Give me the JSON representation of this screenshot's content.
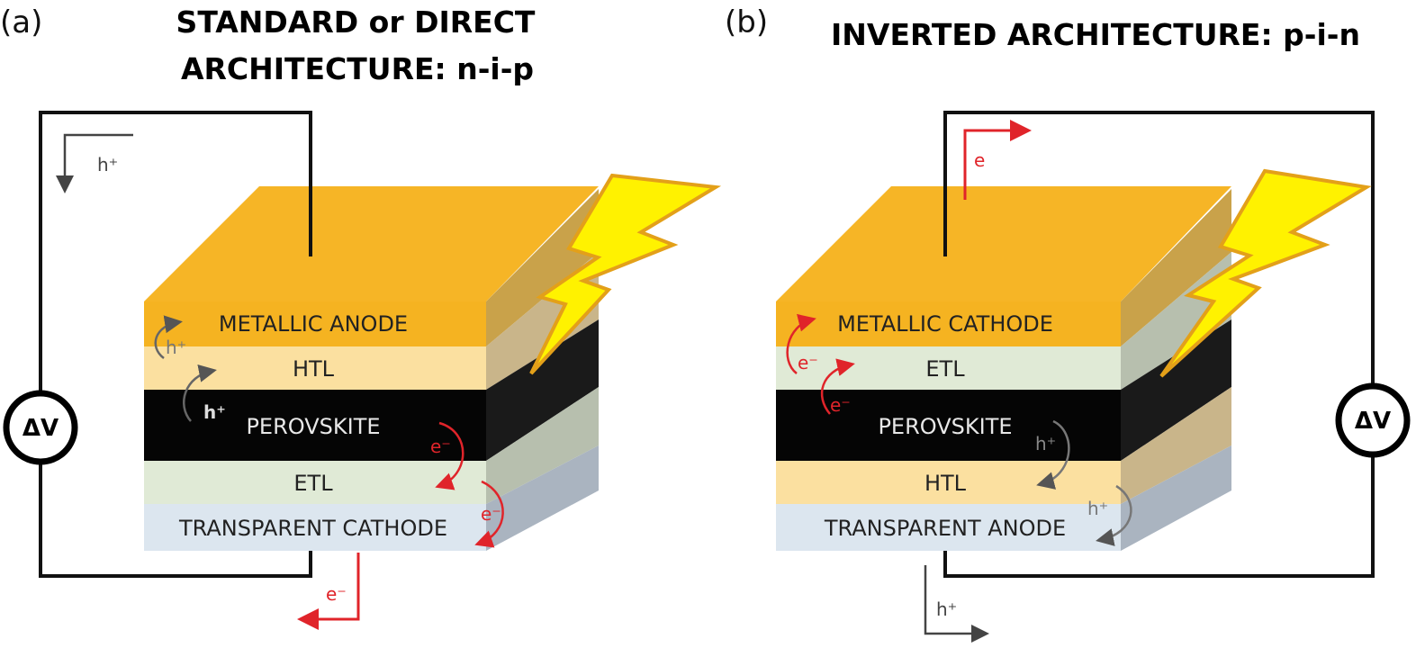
{
  "panels": [
    {
      "label": "(a)",
      "title_line1": "STANDARD or DIRECT",
      "title_line2": "ARCHITECTURE: n-i-p",
      "layers": [
        "METALLIC ANODE",
        "HTL",
        "PEROVSKITE",
        "ETL",
        "TRANSPARENT CATHODE"
      ],
      "voltage": "ΔV",
      "carriers": {
        "top_left": "h⁺",
        "hole_1": "h⁺",
        "hole_2": "h⁺",
        "electron_1": "e⁻",
        "electron_2": "e⁻",
        "bottom": "e⁻"
      }
    },
    {
      "label": "(b)",
      "title_line1": "INVERTED ARCHITECTURE: p-i-n",
      "layers": [
        "METALLIC CATHODE",
        "ETL",
        "PEROVSKITE",
        "HTL",
        "TRANSPARENT ANODE"
      ],
      "voltage": "ΔV",
      "carriers": {
        "top": "e",
        "electron_1": "e⁻",
        "electron_2": "e⁻",
        "hole_1": "h⁺",
        "hole_2": "h⁺",
        "bottom": "h⁺"
      }
    }
  ],
  "colors": {
    "metal_front": "#f5b321",
    "metal_top": "#f6b526",
    "metal_side": "#c9a24a",
    "htl_front": "#fbe0a0",
    "htl_side": "#c9b58a",
    "perovskite": "#050505",
    "etl_front": "#e0ead6",
    "etl_side": "#b7bfae",
    "tco_front": "#dce6ef",
    "tco_side": "#aab4c0",
    "electron_arrow": "#e0242a",
    "hole_arrow": "#555555",
    "lightning_fill": "#fff200",
    "lightning_stroke": "#e3a019"
  }
}
